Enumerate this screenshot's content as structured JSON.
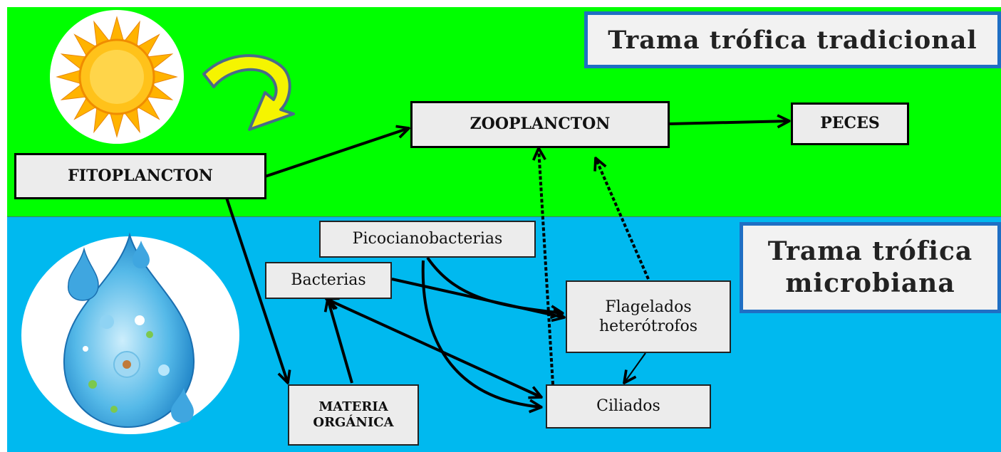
{
  "titles": {
    "traditional": "Trama trófica tradicional",
    "microbial_line1": "Trama trófica",
    "microbial_line2": "microbiana"
  },
  "nodes": {
    "fitoplancton": "FITOPLANCTON",
    "zooplancton": "ZOOPLANCTON",
    "peces": "PECES",
    "picocianobacterias": "Picocianobacterias",
    "bacterias": "Bacterias",
    "flagelados_line1": "Flagelados",
    "flagelados_line2": "heterótrofos",
    "ciliados": "Ciliados",
    "materia_line1": "MATERIA",
    "materia_line2": "ORGÁNICA"
  },
  "icons": [
    "sun-icon",
    "curved-arrow-icon",
    "water-drop-icon"
  ],
  "colors": {
    "top_zone": "#00ff00",
    "bottom_zone": "#00b9ef",
    "title_border": "#1f6fc4",
    "node_fill": "#ececec",
    "sun": "#ffb300",
    "curved_arrow": "#f5f500"
  }
}
